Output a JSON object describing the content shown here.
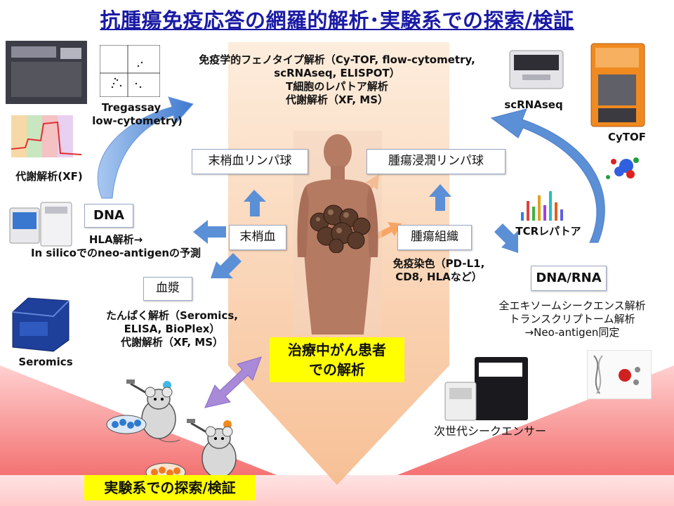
{
  "title": "抗腫瘍免疫応答の網羅的解析･実験系での探索/検証",
  "top_center": {
    "line1": "免疫学的フェノタイプ解析（Cy-TOF, flow-cytometry,",
    "line2": "scRNAseq, ELISPOT）",
    "line3": "T細胞のレパトア解析",
    "line4": "代謝解析（XF, MS）"
  },
  "labels": {
    "treg_line1": "Tregassay",
    "treg_line2": "(Flow-cytometry)",
    "xf": "代謝解析(XF)",
    "scrnaseq": "scRNAseq",
    "cytof": "CyTOF",
    "tcr": "TCRレパトア",
    "seromics": "Seromics",
    "ngs": "次世代シークエンサー"
  },
  "boxes": {
    "peripheral_lymph": "末梢血リンパ球",
    "tumor_lymph": "腫瘍浸潤リンパ球",
    "peripheral_blood": "末梢血",
    "tumor_tissue": "腫瘍組織",
    "dna": "DNA",
    "plasma": "血漿",
    "dna_rna": "DNA/RNA"
  },
  "texts": {
    "hla_line1": "HLA解析→",
    "hla_line2": "In silicoでのneo-antigenの予測",
    "stain_line1": "免疫染色（PD-L1,",
    "stain_line2": "CD8, HLAなど）",
    "protein_line1": "たんぱく解析（Seromics,",
    "protein_line2": "ELISA, BioPlex）",
    "protein_line3": "代謝解析（XF, MS）",
    "exome_line1": "全エキソームシークエンス解析",
    "exome_line2": "トランスクリプトーム解析",
    "exome_line3": "→Neo-antigen同定"
  },
  "patient_box": {
    "line1": "治療中がん患者",
    "line2": "での解析"
  },
  "experiment_box": "実験系での探索/検証",
  "colors": {
    "title": "#1a1aa6",
    "arrow_blue": "#5b8fd6",
    "arrow_purple": "#9a7fd0",
    "highlight": "#ffff00",
    "bottom_band": "#f06a6a"
  },
  "icons": {
    "body": "human-torso-icon",
    "tumor": "tumor-mass-icon",
    "mouse": "mouse-icon",
    "dish": "cell-dish-icon"
  }
}
